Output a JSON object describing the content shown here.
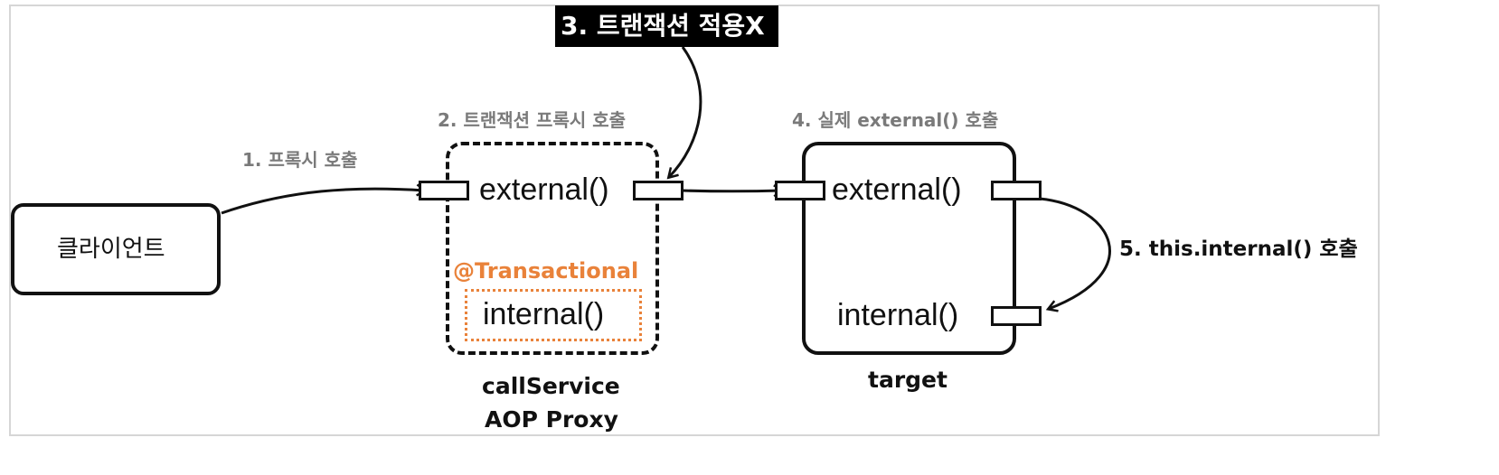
{
  "title_banner": "3. 트랜잭션 적용X",
  "client": {
    "label": "클라이언트"
  },
  "steps": {
    "step1": "1. 프록시 호출",
    "step2": "2. 트랜잭션 프록시 호출",
    "step4": "4. 실제 external() 호출",
    "step5": "5. this.internal() 호출"
  },
  "proxy": {
    "external_method": "external()",
    "annotation": "@Transactional",
    "internal_method": "internal()",
    "caption_line1": "callService",
    "caption_line2": "AOP Proxy"
  },
  "target": {
    "external_method": "external()",
    "internal_method": "internal()",
    "caption": "target"
  },
  "colors": {
    "accent": "#e9823a",
    "step_label": "#7a7a7a",
    "banner_bg": "#000000",
    "banner_fg": "#ffffff"
  }
}
